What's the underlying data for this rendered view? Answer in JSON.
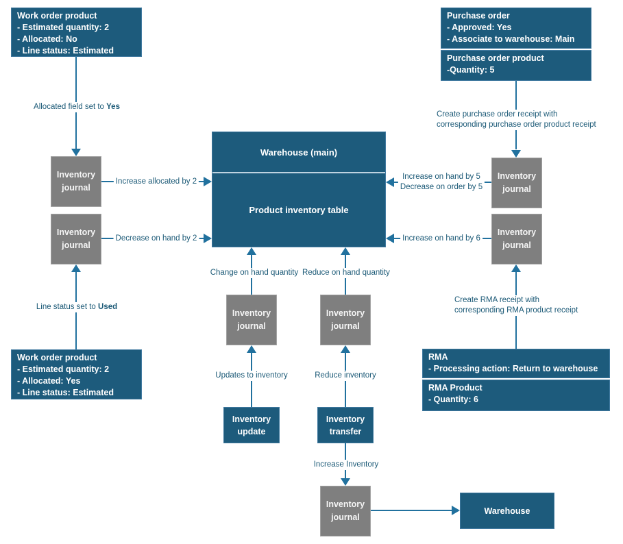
{
  "colors": {
    "box_fill": "#1d5b7c",
    "box_border": "#40799f",
    "gray_fill": "#7f7f7f",
    "gray_border": "#a3a3a3",
    "arrow": "#21719e",
    "label_text": "#1c5a77",
    "box_text": "#ffffff",
    "background": "#ffffff"
  },
  "boxes": {
    "work_order_product_1": {
      "title": "Work order product",
      "lines": [
        "- Estimated quantity: 2",
        "- Allocated: No",
        "- Line status: Estimated"
      ]
    },
    "work_order_product_2": {
      "title": "Work order product",
      "lines": [
        "- Estimated quantity: 2",
        "- Allocated: Yes",
        "- Line status: Estimated"
      ]
    },
    "purchase_order": {
      "title": "Purchase order",
      "lines": [
        "- Approved: Yes",
        "- Associate to warehouse: Main"
      ]
    },
    "purchase_order_product": {
      "title": "Purchase order product",
      "lines": [
        "-Quantity: 5"
      ]
    },
    "warehouse_main": {
      "title": "Warehouse (main)",
      "subtitle": "Product inventory table"
    },
    "rma": {
      "title": "RMA",
      "lines": [
        "- Processing action: Return to warehouse"
      ]
    },
    "rma_product": {
      "title": "RMA Product",
      "lines": [
        "- Quantity: 6"
      ]
    },
    "inventory_journal": {
      "line1": "Inventory",
      "line2": "journal"
    },
    "inventory_update": {
      "line1": "Inventory",
      "line2": "update"
    },
    "inventory_transfer": {
      "line1": "Inventory",
      "line2": "transfer"
    },
    "warehouse": {
      "title": "Warehouse"
    }
  },
  "labels": {
    "allocated_set": {
      "text": "Allocated field set to ",
      "bold": "Yes"
    },
    "line_status_set": {
      "text": "Line status set to ",
      "bold": "Used"
    },
    "increase_allocated": "Increase allocated by 2",
    "decrease_on_hand_2": "Decrease on hand by 2",
    "increase_on_hand_5": "Increase on hand by 5",
    "decrease_on_order_5": "Decrease on order by 5",
    "increase_on_hand_6": "Increase on hand by 6",
    "po_receipt_line1": "Create purchase order receipt with",
    "po_receipt_line2": "corresponding purchase order product receipt",
    "rma_receipt_line1": "Create RMA receipt with",
    "rma_receipt_line2": "corresponding RMA product receipt",
    "change_on_hand": "Change on hand quantity",
    "reduce_on_hand": "Reduce on hand quantity",
    "updates_to_inventory": "Updates to inventory",
    "reduce_inventory": "Reduce inventory",
    "increase_inventory": "Increase Inventory"
  }
}
